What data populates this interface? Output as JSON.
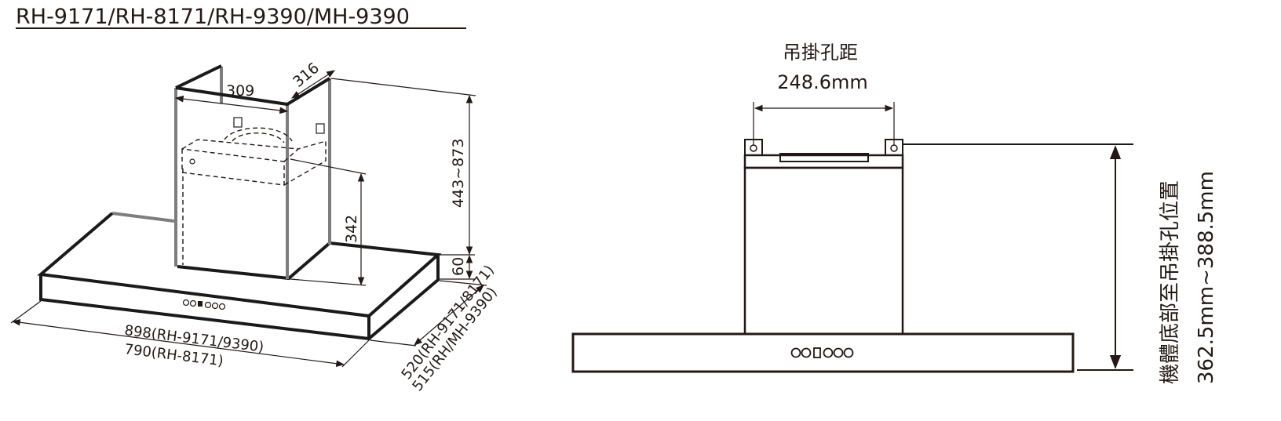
{
  "title": "RH-9171/RH-8171/RH-9390/MH-9390",
  "iso_view": {
    "dim_chimney_width": "309",
    "dim_chimney_depth": "316",
    "dim_total_height": "443~873",
    "dim_chimney_height": "342",
    "dim_hood_thickness": "60",
    "dim_width_line1": "898(RH-9171/9390)",
    "dim_width_line2": "790(RH-8171)",
    "dim_depth_line1": "520(RH-9171/8171)",
    "dim_depth_line2": "515(RH/MH-9390)"
  },
  "front_view": {
    "hole_spacing_label": "吊掛孔距",
    "hole_spacing_value": "248.6mm",
    "height_label": "機體底部至吊掛孔位置",
    "height_value": "362.5mm~388.5mm"
  }
}
